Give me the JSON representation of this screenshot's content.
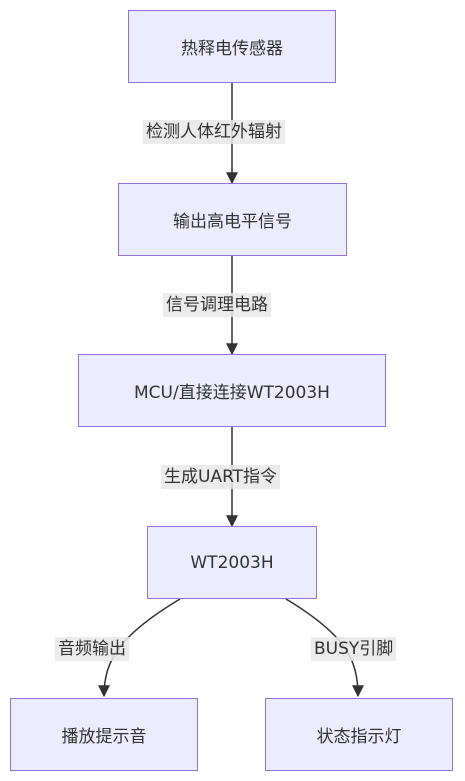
{
  "nodes": {
    "sensor": "热释电传感器",
    "high_level": "输出高电平信号",
    "mcu": "MCU/直接连接WT2003H",
    "wt2003h": "WT2003H",
    "play_prompt": "播放提示音",
    "status_light": "状态指示灯"
  },
  "edges": {
    "detect": "检测人体红外辐射",
    "conditioning": "信号调理电路",
    "uart_cmd": "生成UART指令",
    "audio_out": "音频输出",
    "busy_pin": "BUSY引脚"
  },
  "colors": {
    "node_fill": "#ececff",
    "node_border": "#9370db",
    "edge_line": "#333333",
    "label_bg": "#e8e8e8"
  }
}
